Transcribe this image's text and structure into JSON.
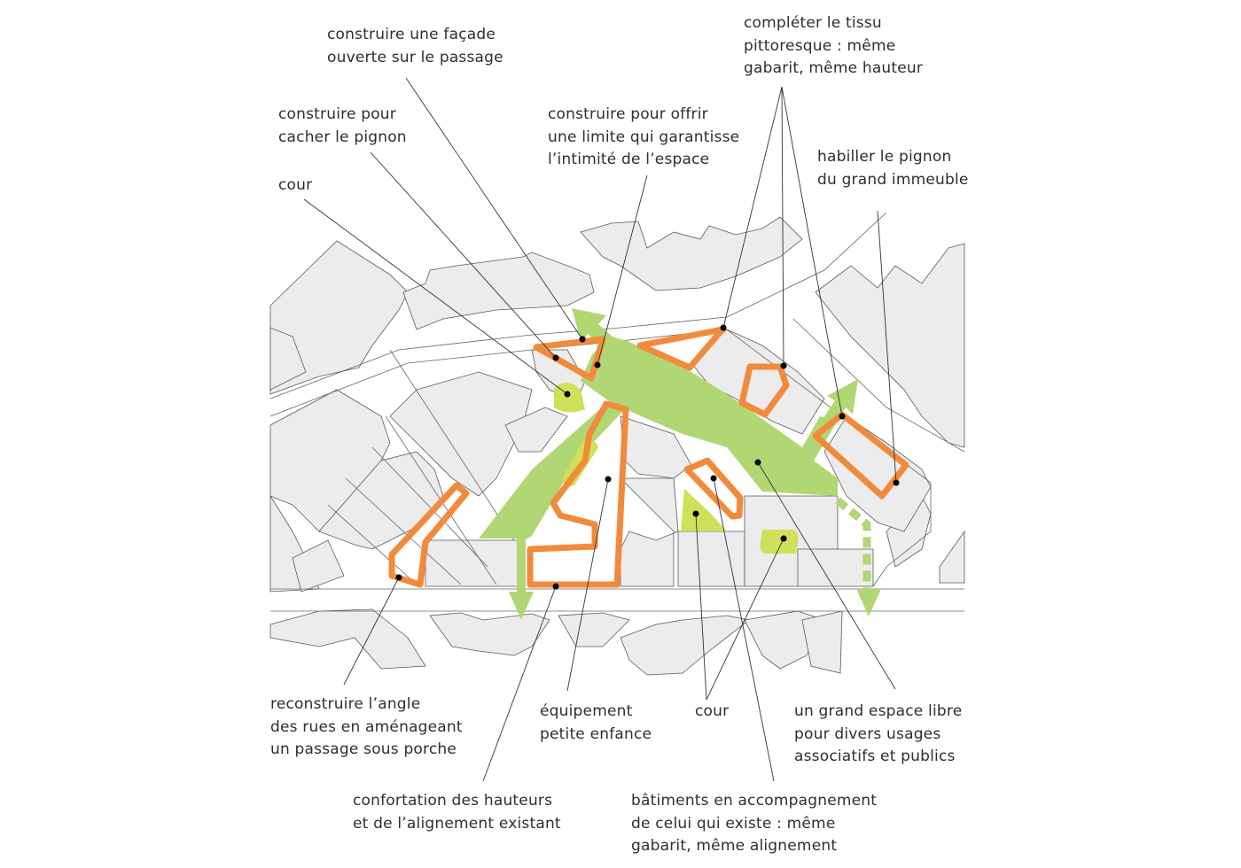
{
  "colors": {
    "plaza_green": "#b1d774",
    "courtyard_green": "#cfe05a",
    "orange_outline": "#f28a3c",
    "building_fill": "#ececec",
    "label_text": "#2e2e2e"
  },
  "labels": {
    "facade": "construire une façade\nouverte sur le passage",
    "cacher_pignon": "construire pour\ncacher le pignon",
    "cour_top": "cour",
    "limite": "construire pour offrir\nune limite qui garantisse\nl’intimité de l’espace",
    "completer": "compléter le tissu\npittoresque : même\ngabarit, même hauteur",
    "habiller": "habiller le pignon\ndu grand immeuble",
    "reconstruire": "reconstruire l’angle\ndes rues en aménageant\nun passage sous porche",
    "equipement": "équipement\npetite enfance",
    "cour_bottom": "cour",
    "grand_espace": "un grand espace libre\npour divers usages\nassociatifs et publics",
    "confortation": "confortation des hauteurs\net de l’alignement existant",
    "batiments": "bâtiments en accompagnement\nde celui qui existe : même\ngabarit, même alignement"
  }
}
